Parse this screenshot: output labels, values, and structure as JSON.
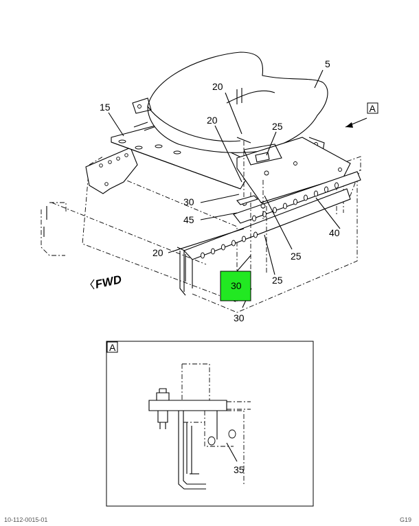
{
  "main_view": {
    "callouts": {
      "c5": "5",
      "c15": "15",
      "c20a": "20",
      "c20b": "20",
      "c20c": "20",
      "c25a": "25",
      "c25b": "25",
      "c25c": "25",
      "c30a": "30",
      "c30b": "30",
      "c30c": "30",
      "c40": "40",
      "c45": "45"
    },
    "view_ref_label": "A",
    "fwd_label": "FWD",
    "highlight_color": "#22e822"
  },
  "detail_view": {
    "label": "A",
    "callout_35": "35"
  },
  "footer": {
    "left": "10-112-0015-01",
    "right": "G19"
  }
}
